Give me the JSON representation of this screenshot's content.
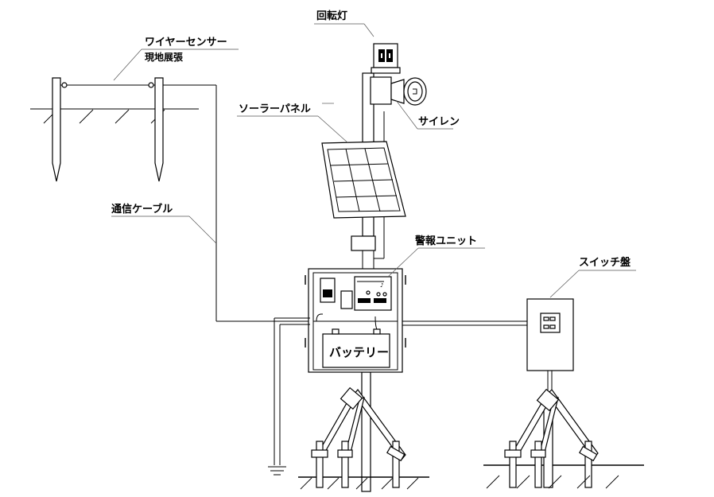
{
  "labels": {
    "rotating_light": "回転灯",
    "wire_sensor": "ワイヤーセンサー",
    "wire_sensor_sub": "現地展張",
    "solar_panel": "ソーラーパネル",
    "siren": "サイレン",
    "comm_cable": "通信ケーブル",
    "alarm_unit": "警報ユニット",
    "switch_panel": "スイッチ盤",
    "battery": "バッテリー"
  }
}
